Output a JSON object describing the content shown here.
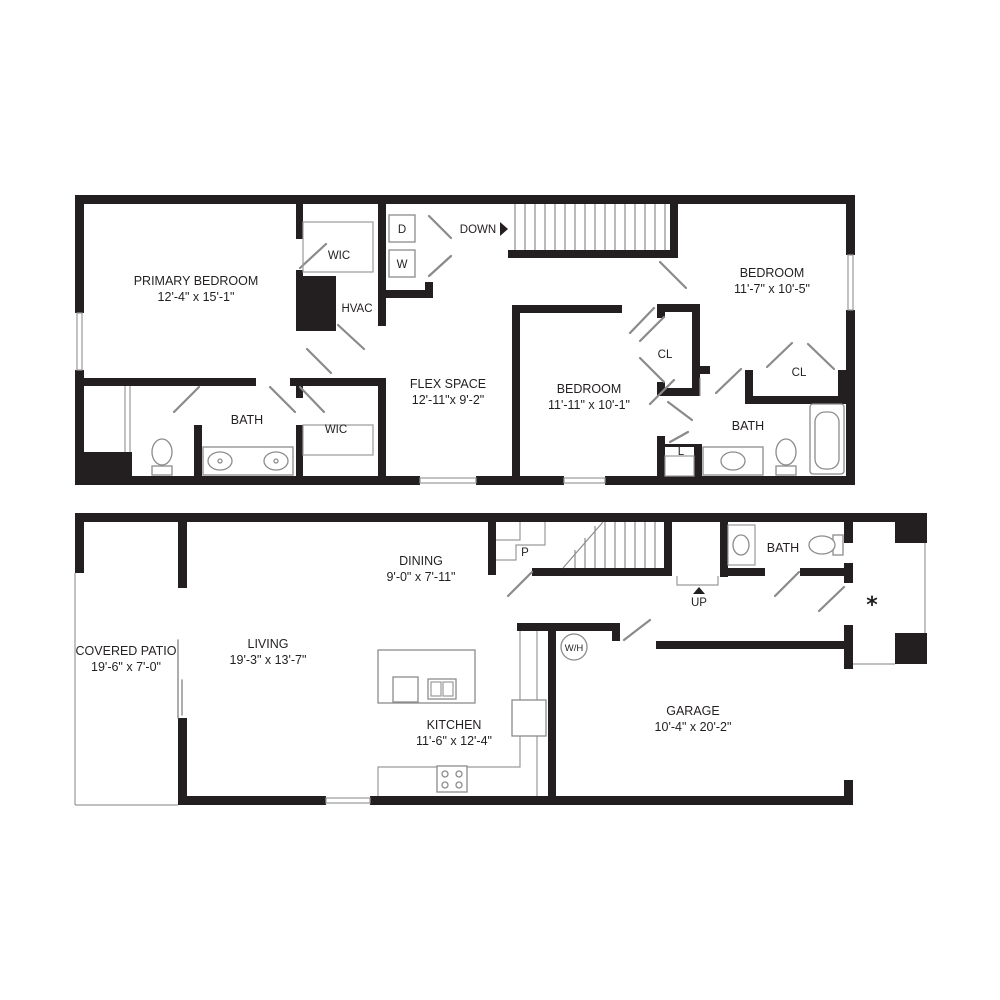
{
  "upper_floor": {
    "rooms": {
      "primary_bedroom": {
        "name": "PRIMARY BEDROOM",
        "dims": "12'-4\" x 15'-1\""
      },
      "wic_upper": "WIC",
      "hvac": "HVAC",
      "dryer": "D",
      "washer": "W",
      "down": "DOWN",
      "bath_primary": "BATH",
      "wic_lower": "WIC",
      "flex_space": {
        "name": "FLEX SPACE",
        "dims": "12'-11\"x 9'-2\""
      },
      "bedroom_center": {
        "name": "BEDROOM",
        "dims": "11'-11\" x 10'-1\""
      },
      "closet_center": "CL",
      "bedroom_right": {
        "name": "BEDROOM",
        "dims": "11'-7\" x 10'-5\""
      },
      "closet_right": "CL",
      "bath_right": "BATH",
      "linen": "L"
    }
  },
  "lower_floor": {
    "rooms": {
      "covered_patio": {
        "name": "COVERED PATIO",
        "dims": "19'-6\" x 7'-0\""
      },
      "living": {
        "name": "LIVING",
        "dims": "19'-3\" x 13'-7\""
      },
      "dining": {
        "name": "DINING",
        "dims": "9'-0\" x 7'-11\""
      },
      "pantry": "P",
      "kitchen": {
        "name": "KITCHEN",
        "dims": "11'-6\" x 12'-4\""
      },
      "water_heater": "W/H",
      "up": "UP",
      "bath": "BATH",
      "garage": {
        "name": "GARAGE",
        "dims": "10'-4\" x 20'-2\""
      },
      "entry_mark": "*"
    }
  },
  "colors": {
    "wall": "#231f20",
    "fixture_line": "#8c8c8c",
    "background": "#ffffff"
  }
}
